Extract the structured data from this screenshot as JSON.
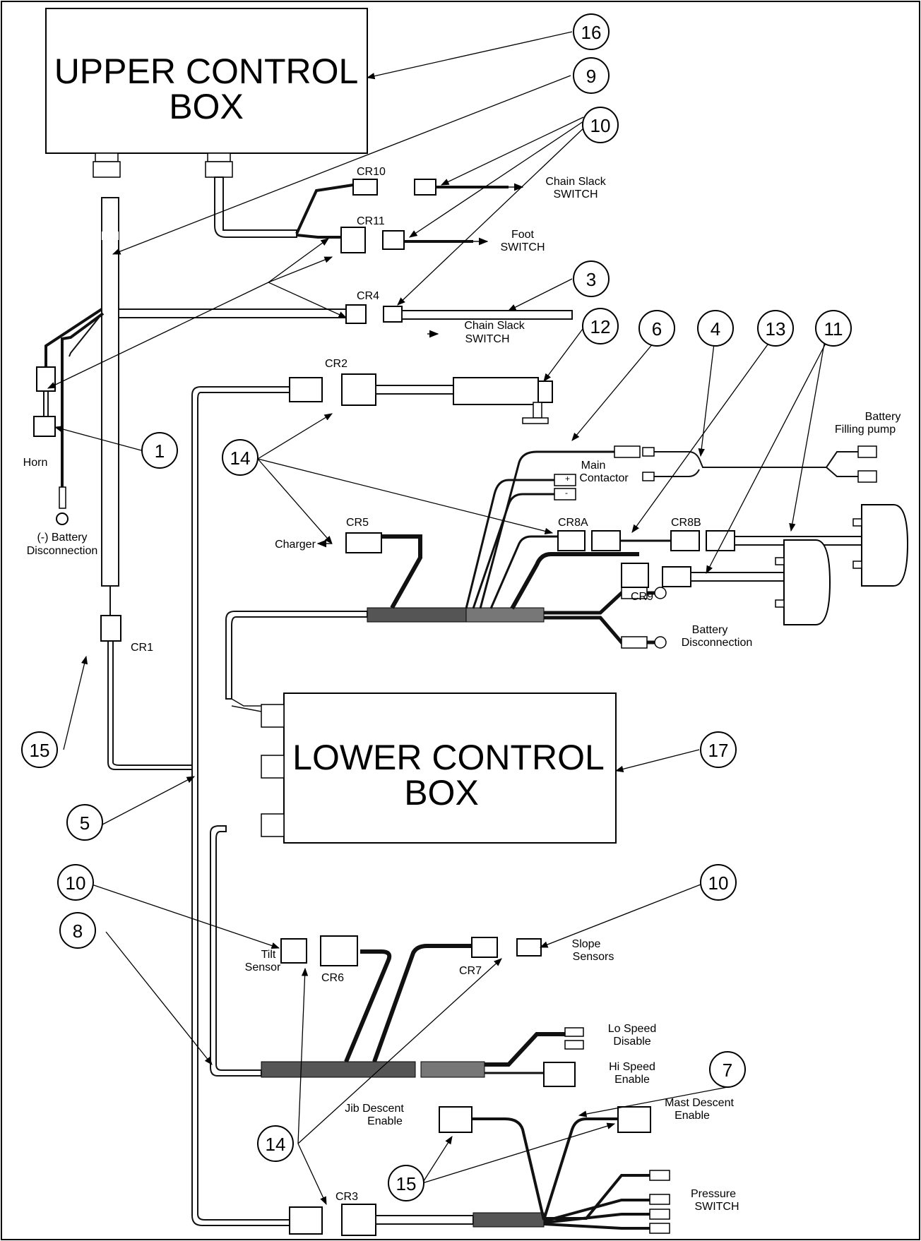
{
  "boxes": {
    "upper_line1": "UPPER CONTROL",
    "upper_line2": "BOX",
    "lower_line1": "LOWER CONTROL",
    "lower_line2": "BOX"
  },
  "callouts": {
    "c16": "16",
    "c9": "9",
    "c10_top": "10",
    "c3": "3",
    "c12": "12",
    "c6": "6",
    "c4": "4",
    "c13": "13",
    "c11": "11",
    "c1": "1",
    "c14_top": "14",
    "c15_left": "15",
    "c5": "5",
    "c17": "17",
    "c10_left": "10",
    "c10_right": "10",
    "c8": "8",
    "c7": "7",
    "c14_bottom": "14",
    "c15_bottom": "15"
  },
  "connectors": {
    "cr10": "CR10",
    "cr11": "CR11",
    "cr4": "CR4",
    "cr2": "CR2",
    "cr5": "CR5",
    "cr8a": "CR8A",
    "cr8b": "CR8B",
    "cr9": "CR9",
    "cr1": "CR1",
    "cr6": "CR6",
    "cr7": "CR7",
    "cr3": "CR3"
  },
  "labels": {
    "chain_slack_1_a": "Chain Slack",
    "chain_slack_1_b": "SWITCH",
    "foot_a": "Foot",
    "foot_b": "SWITCH",
    "chain_slack_2_a": "Chain Slack",
    "chain_slack_2_b": "SWITCH",
    "horn": "Horn",
    "battery_disc_left_a": "(-) Battery",
    "battery_disc_left_b": "Disconnection",
    "battery_fill_a": "Battery",
    "battery_fill_b": "Filling pump",
    "main_contactor_a": "Main",
    "main_contactor_b": "Contactor",
    "charger": "Charger",
    "battery_disc_right_a": "Battery",
    "battery_disc_right_b": "Disconnection",
    "tilt_a": "Tilt",
    "tilt_b": "Sensor",
    "slope_a": "Slope",
    "slope_b": "Sensors",
    "lo_speed_a": "Lo Speed",
    "lo_speed_b": "Disable",
    "hi_speed_a": "Hi Speed",
    "hi_speed_b": "Enable",
    "jib_a": "Jib Descent",
    "jib_b": "Enable",
    "mast_a": "Mast Descent",
    "mast_b": "Enable",
    "pressure_a": "Pressure",
    "pressure_b": "SWITCH",
    "plus": "+",
    "minus": "-"
  }
}
